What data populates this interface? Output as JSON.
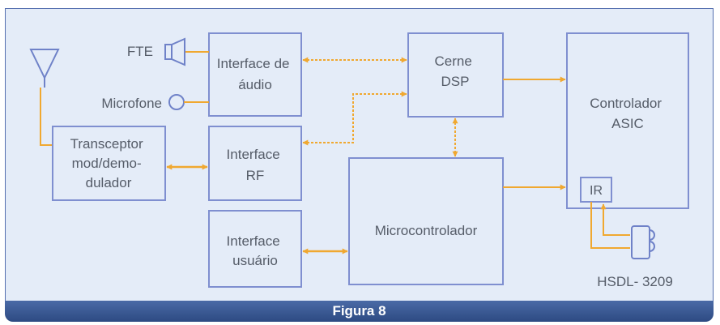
{
  "caption": "Figura 8",
  "colors": {
    "panel_bg": "#e4ecf8",
    "block_border": "#7f8fd0",
    "arrow": "#f0a830",
    "text": "#555c68",
    "caption_bar": "#3a5a92"
  },
  "icons": {
    "antenna": "antenna-icon",
    "speaker": "speaker-icon",
    "microphone": "microphone-icon",
    "ir_transceiver": "ir-transceiver-icon"
  },
  "labels": {
    "speaker": "FTE",
    "microphone": "Microfone",
    "ir_part": "HSDL- 3209"
  },
  "blocks": {
    "audio_interface": [
      "Interface de",
      "áudio"
    ],
    "dsp_core": [
      "Cerne",
      "DSP"
    ],
    "asic_controller": [
      "Controlador",
      "ASIC"
    ],
    "ir": [
      "IR"
    ],
    "transceiver": [
      "Transceptor",
      "mod/demo-",
      "dulador"
    ],
    "rf_interface": [
      "Interface",
      "RF"
    ],
    "microcontroller": [
      "Microcontrolador"
    ],
    "user_interface": [
      "Interface",
      "usuário"
    ]
  }
}
